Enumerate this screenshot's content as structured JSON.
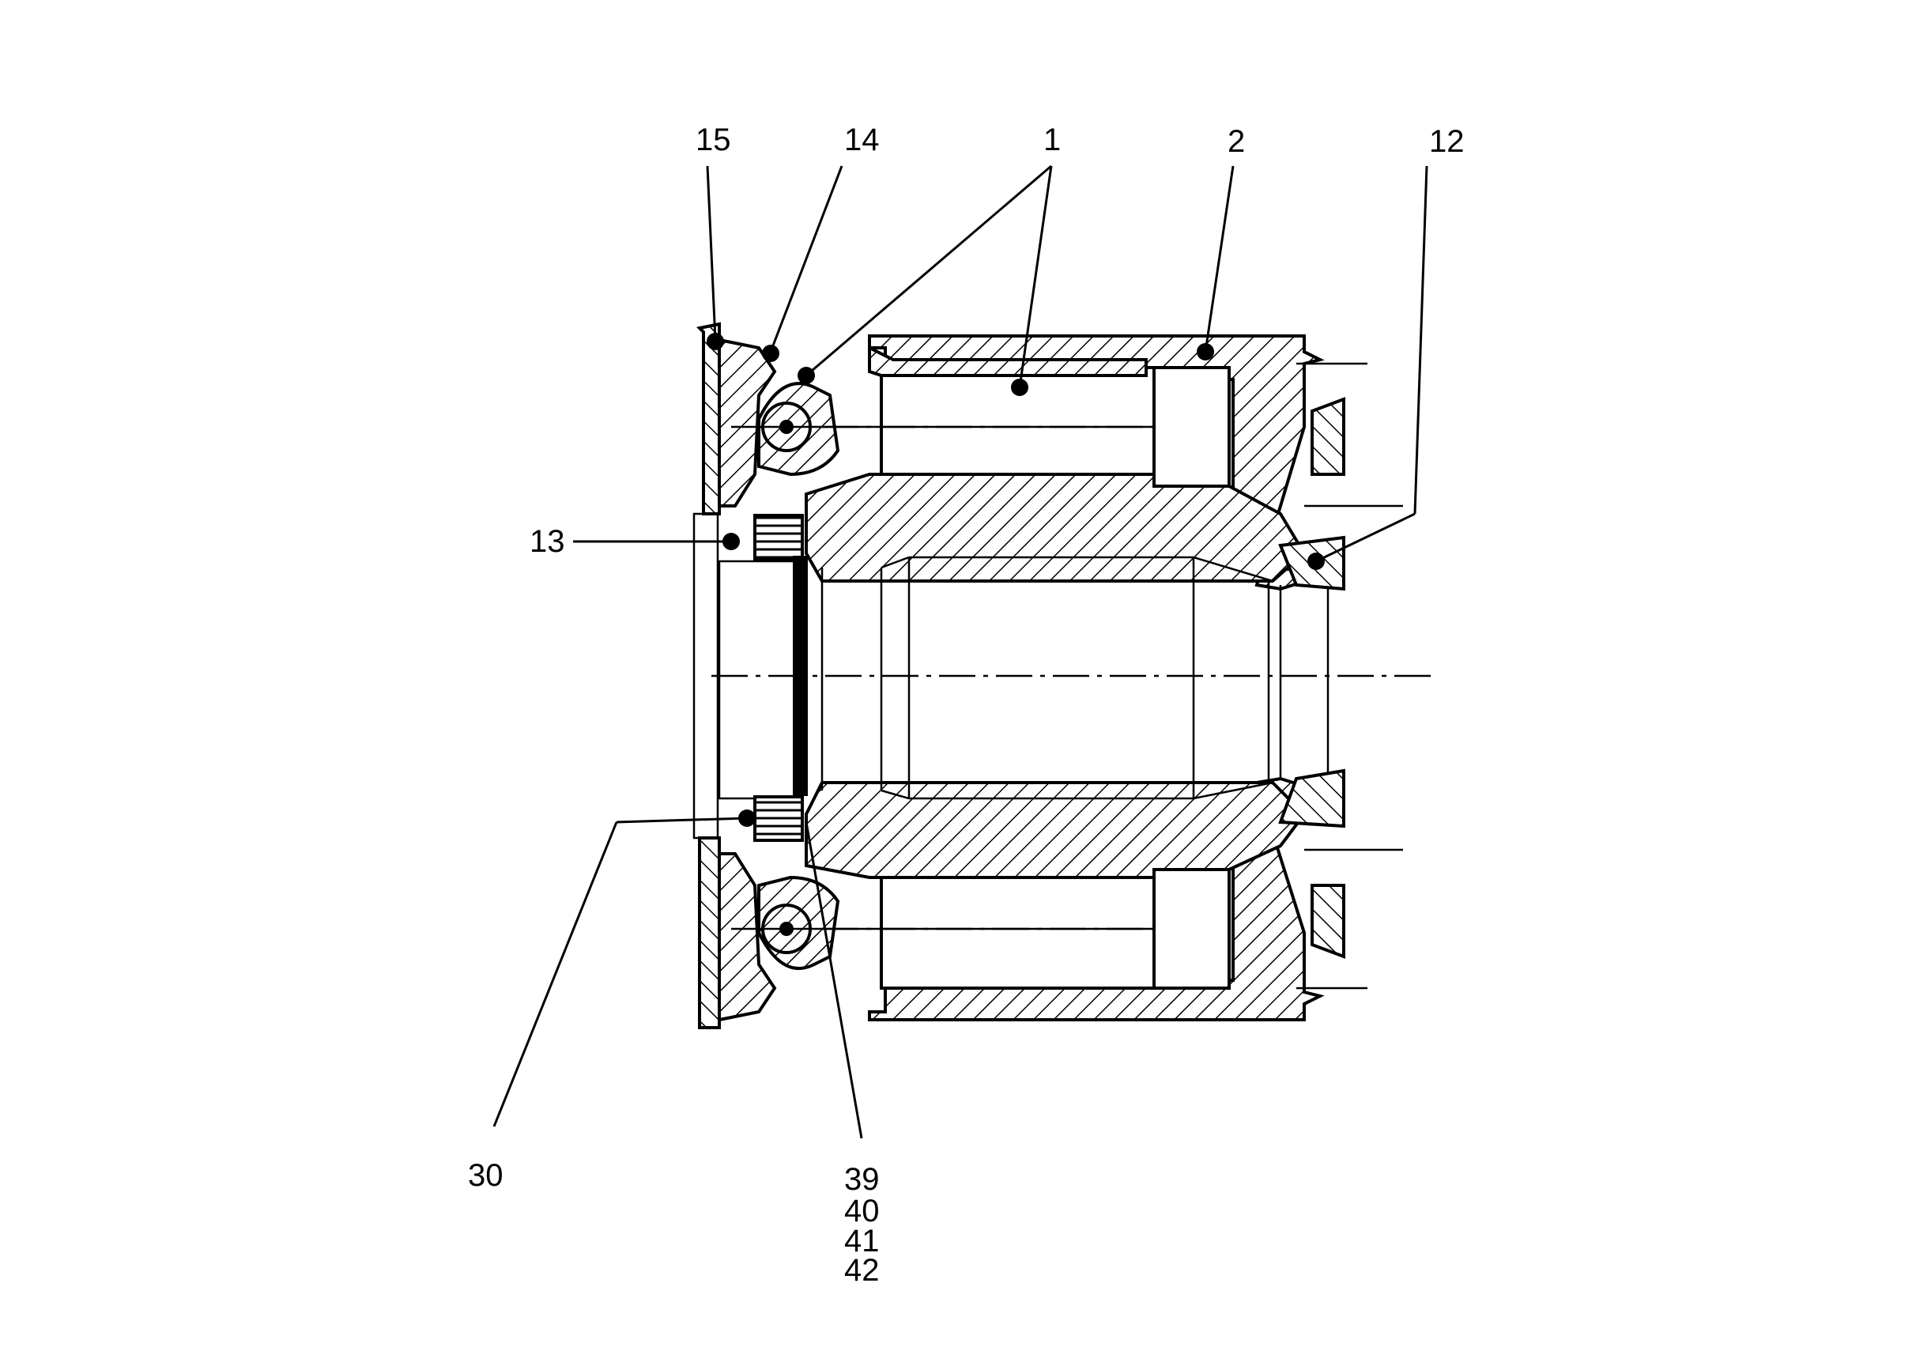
{
  "diagram": {
    "labels": {
      "l15": "15",
      "l14": "14",
      "l1": "1",
      "l2": "2",
      "l12": "12",
      "l13": "13",
      "l30": "30",
      "l39": "39",
      "l40": "40",
      "l41": "41",
      "l42": "42"
    }
  }
}
